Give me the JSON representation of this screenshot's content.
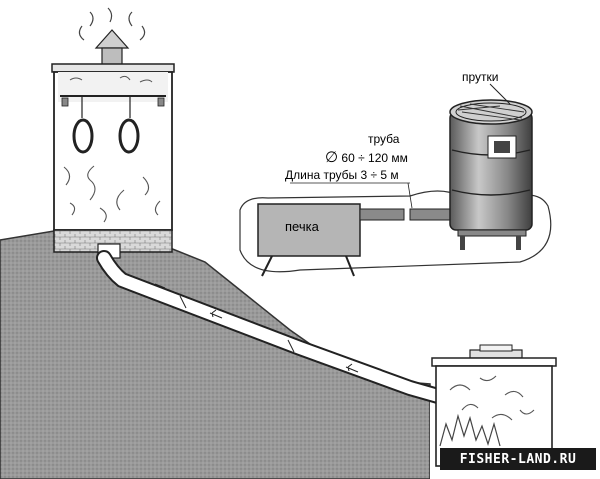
{
  "labels": {
    "rods": "прутки",
    "pipe": "труба",
    "diameter": "60 ÷ 120 мм",
    "diameter_symbol": "∅",
    "pipe_length": "Длина трубы 3 ÷ 5 м",
    "stove": "печка"
  },
  "watermark": "FISHER-LAND.RU"
}
